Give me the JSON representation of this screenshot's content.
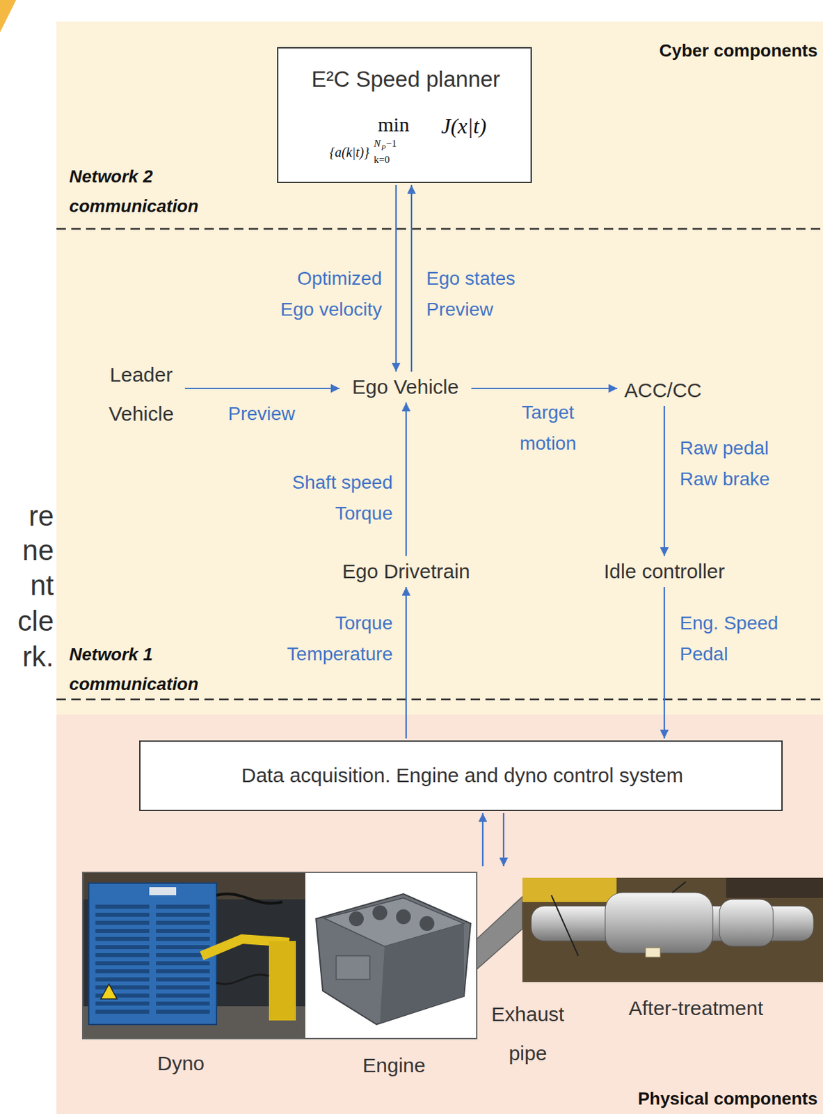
{
  "diagram": {
    "nodes": [
      {
        "text": [
          "Cyber components"
        ]
      },
      {
        "text": [
          "E²C Speed planner",
          "min",
          "{a(k|t)}",
          "k=0",
          "N",
          "P",
          "−1",
          "J(x|t)"
        ],
        "in": 0
      },
      {
        "text": [
          "Leader Vehicle"
        ],
        "in": 0
      },
      {
        "text": [
          "Ego Vehicle"
        ],
        "in": 0
      },
      {
        "text": [
          "ACC/CC"
        ],
        "in": 0
      },
      {
        "text": [
          "Ego Drivetrain"
        ],
        "in": 0
      },
      {
        "text": [
          "Idle controller"
        ],
        "in": 0
      },
      {
        "text": [
          "Physical components"
        ]
      },
      {
        "text": [
          "Data acquisition. Engine and dyno control system"
        ],
        "in": 7
      },
      {
        "text": [
          "Dyno"
        ],
        "in": 7
      },
      {
        "text": [
          "Engine"
        ],
        "in": 7
      },
      {
        "text": [
          "Exhaust pipe"
        ],
        "in": 7
      },
      {
        "text": [
          "After-treatment"
        ],
        "in": 7
      }
    ],
    "edges": [
      {
        "from": 1,
        "to": 3,
        "label": "Optimized Ego velocity",
        "arrow": "to"
      },
      {
        "from": 3,
        "to": 1,
        "label": "Ego states Preview",
        "arrow": "to"
      },
      {
        "from": 2,
        "to": 3,
        "label": "Preview",
        "arrow": "to"
      },
      {
        "from": 3,
        "to": 4,
        "label": "Target motion",
        "arrow": "to"
      },
      {
        "from": 4,
        "to": 6,
        "label": "Raw pedal Raw brake",
        "arrow": "to"
      },
      {
        "from": 5,
        "to": 3,
        "label": "Shaft speed Torque",
        "arrow": "to"
      },
      {
        "from": 8,
        "to": 5,
        "label": "Torque Temperature",
        "arrow": "to"
      },
      {
        "from": 6,
        "to": 8,
        "label": "Eng. Speed Pedal",
        "arrow": "to"
      },
      {
        "from": 11,
        "to": 8,
        "arrow": "to"
      },
      {
        "from": 8,
        "to": 11,
        "arrow": "to"
      }
    ],
    "labels": [
      "Network 2 communication",
      "Network 1 communication",
      "re",
      "ne",
      "nt",
      "cle",
      "rk."
    ]
  }
}
